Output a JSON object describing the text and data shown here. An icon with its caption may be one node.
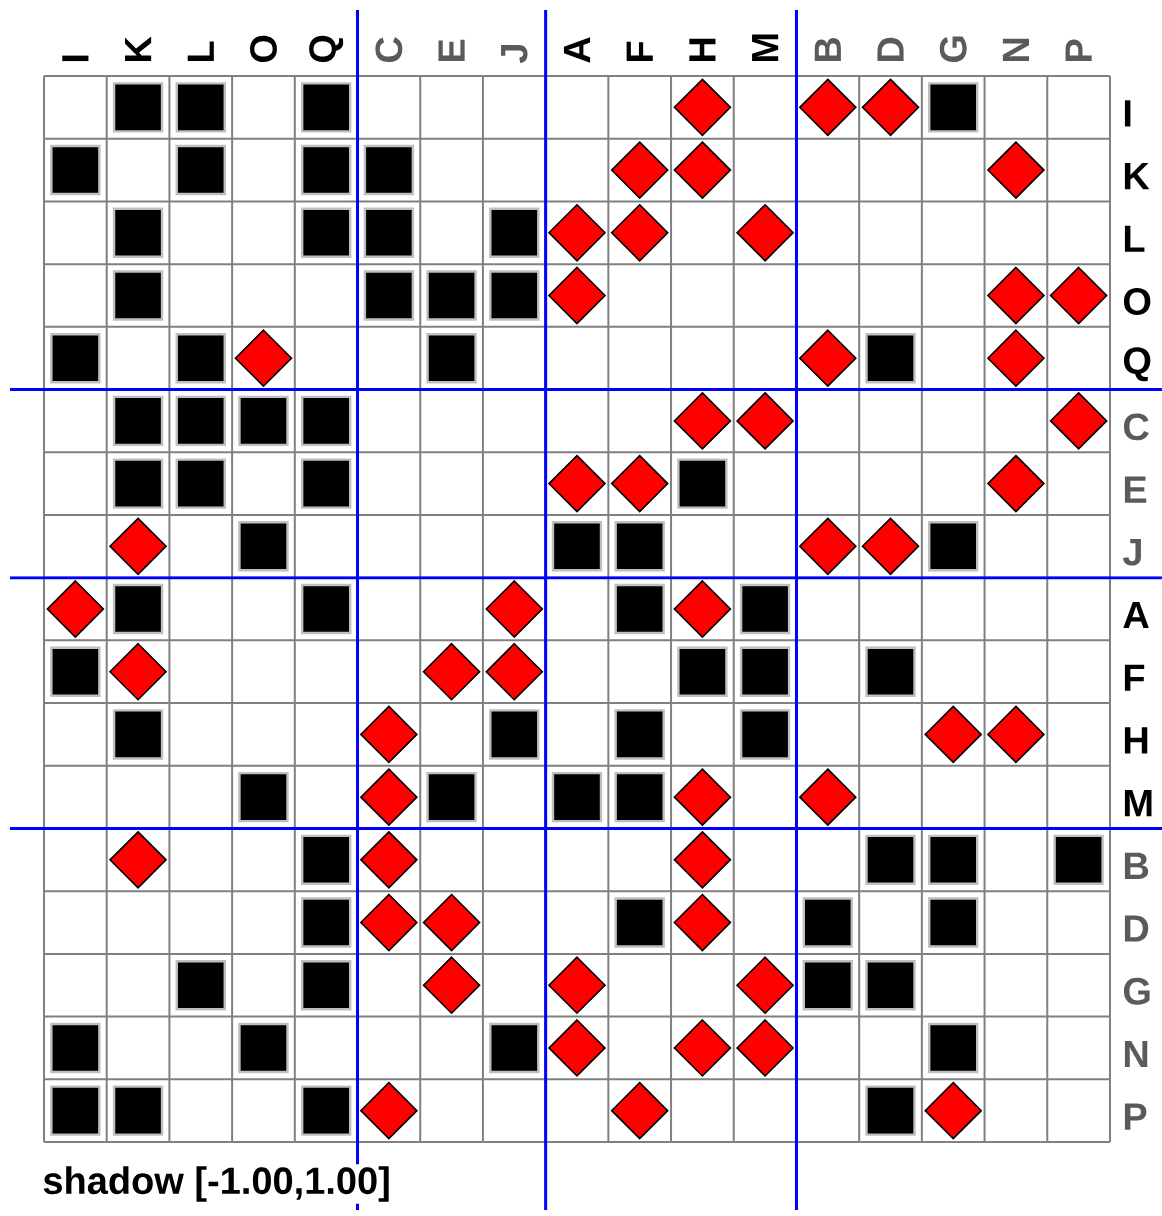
{
  "diagram": {
    "caption": "shadow [-1.00,1.00]",
    "labels": [
      "I",
      "K",
      "L",
      "O",
      "Q",
      "C",
      "E",
      "J",
      "A",
      "F",
      "H",
      "M",
      "B",
      "D",
      "G",
      "N",
      "P",
      "I",
      "K",
      "L",
      "O",
      "Q",
      "C",
      "E",
      "J",
      "A",
      "F",
      "H",
      "M",
      "B",
      "D",
      "G",
      "N",
      "P"
    ]
  }
}
